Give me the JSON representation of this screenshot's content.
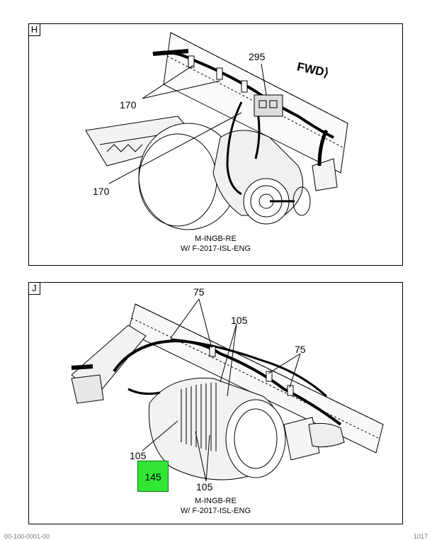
{
  "panels": {
    "h": {
      "letter": "H",
      "callouts": {
        "c295": "295",
        "c170a": "170",
        "c170b": "170"
      },
      "fwd": "FWD",
      "caption_line1": "M-INGB-RE",
      "caption_line2": "W/ F-2017-ISL-ENG"
    },
    "j": {
      "letter": "J",
      "callouts": {
        "c75a": "75",
        "c105a": "105",
        "c75b": "75",
        "c105b": "105",
        "c105c": "105",
        "c145": "145"
      },
      "caption_line1": "M-INGB-RE",
      "caption_line2": "W/ F-2017-ISL-ENG"
    }
  },
  "footer": {
    "left": "00-100-0001-00",
    "right": "1017"
  },
  "colors": {
    "highlight": "#33e633"
  }
}
